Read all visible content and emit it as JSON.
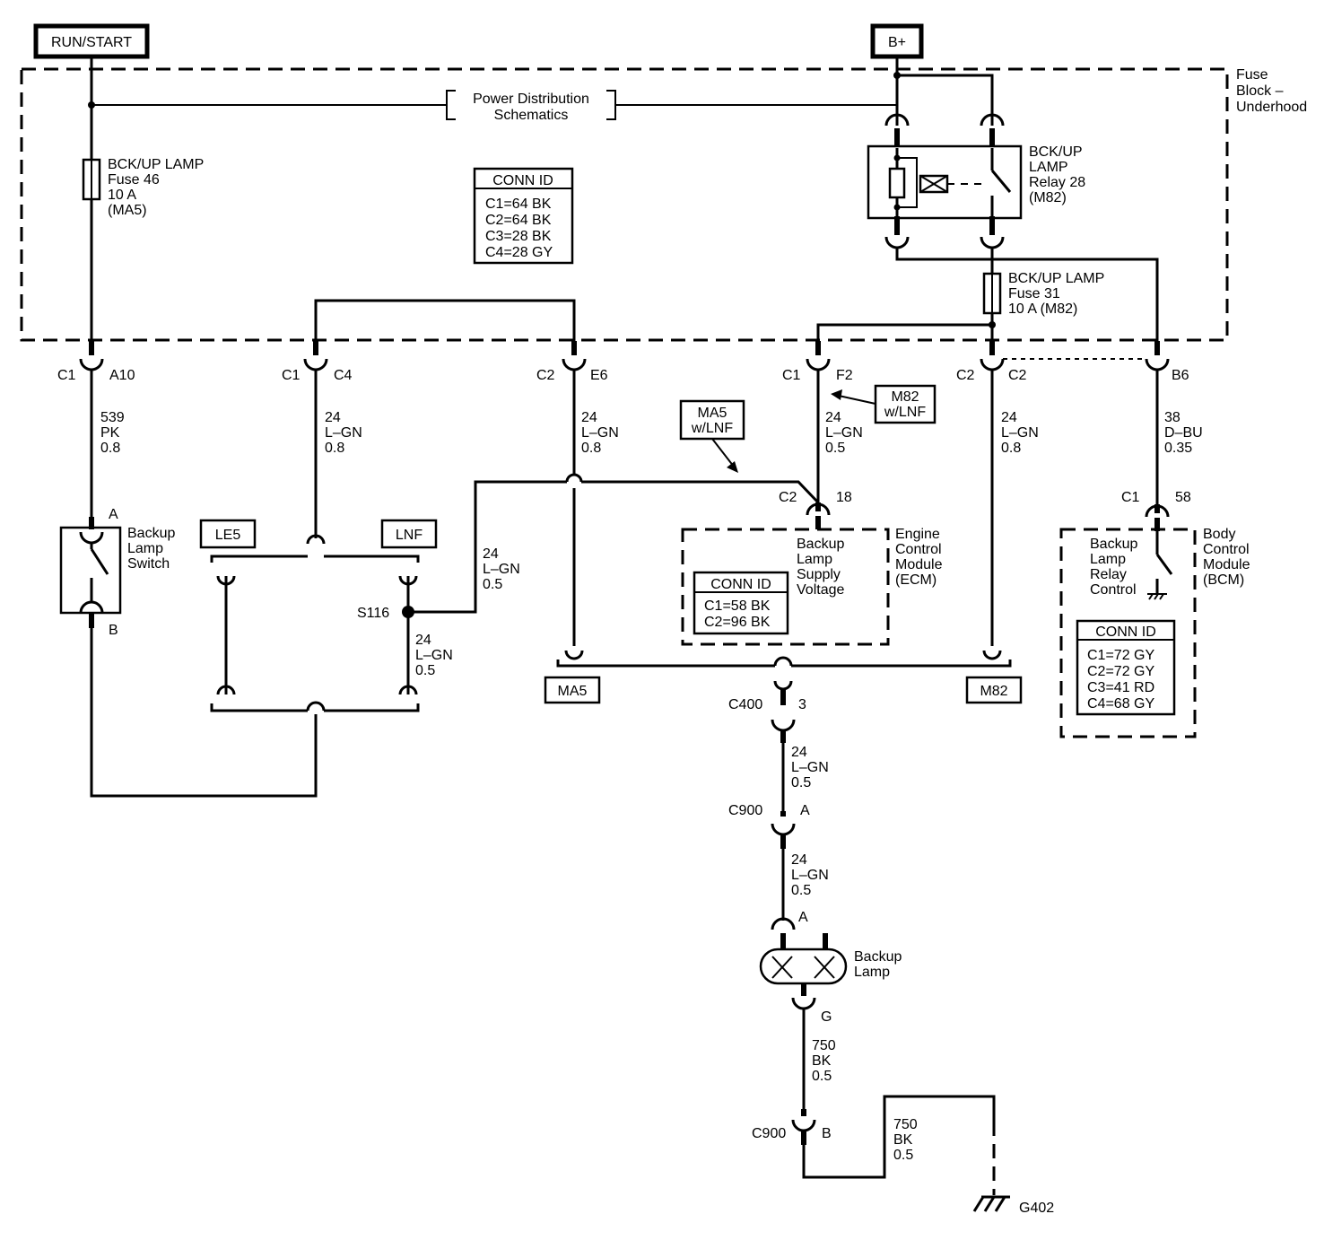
{
  "power": {
    "run_start": "RUN/START",
    "b_plus": "B+"
  },
  "fuse_block": {
    "label": [
      "Fuse",
      "Block –",
      "Underhood"
    ],
    "power_dist": [
      "Power Distribution",
      "Schematics"
    ],
    "conn_id": {
      "title": "CONN ID",
      "rows": [
        "C1=64 BK",
        "C2=64 BK",
        "C3=28 BK",
        "C4=28 GY"
      ]
    },
    "fuse46": [
      "BCK/UP LAMP",
      "Fuse 46",
      "10 A",
      "(MA5)"
    ],
    "relay28": [
      "BCK/UP",
      "LAMP",
      "Relay 28",
      "(M82)"
    ],
    "fuse31": [
      "BCK/UP LAMP",
      "Fuse 31",
      "10 A (M82)"
    ]
  },
  "connectors": {
    "c1_a10": {
      "c": "C1",
      "p": "A10"
    },
    "c1_c4": {
      "c": "C1",
      "p": "C4"
    },
    "c2_e6": {
      "c": "C2",
      "p": "E6"
    },
    "c1_f2": {
      "c": "C1",
      "p": "F2"
    },
    "c2_c2": {
      "c": "C2",
      "p": "C2"
    },
    "b6": {
      "p": "B6"
    },
    "ecm_c2_18": {
      "c": "C2",
      "p": "18"
    },
    "bcm_c1_58": {
      "c": "C1",
      "p": "58"
    },
    "c400": {
      "c": "C400",
      "p": "3"
    },
    "c900a": {
      "c": "C900",
      "p": "A"
    },
    "lamp_a": {
      "p": "A"
    },
    "lamp_g": {
      "p": "G"
    },
    "c900b": {
      "c": "C900",
      "p": "B"
    }
  },
  "wires": {
    "w539": [
      "539",
      "PK",
      "0.8"
    ],
    "w24_c4": [
      "24",
      "L–GN",
      "0.8"
    ],
    "w24_e6": [
      "24",
      "L–GN",
      "0.8"
    ],
    "w24_f2": [
      "24",
      "L–GN",
      "0.5"
    ],
    "w24_c2": [
      "24",
      "L–GN",
      "0.8"
    ],
    "w38": [
      "38",
      "D–BU",
      "0.35"
    ],
    "w24_s116_up": [
      "24",
      "L–GN",
      "0.5"
    ],
    "w24_s116_down": [
      "24",
      "L–GN",
      "0.5"
    ],
    "w24_c400": [
      "24",
      "L–GN",
      "0.5"
    ],
    "w24_c900": [
      "24",
      "L–GN",
      "0.5"
    ],
    "w750a": [
      "750",
      "BK",
      "0.5"
    ],
    "w750b": [
      "750",
      "BK",
      "0.5"
    ]
  },
  "options": {
    "le5": "LE5",
    "lnf": "LNF",
    "ma5": "MA5",
    "m82": "M82",
    "ma5_lnf": [
      "MA5",
      "w/LNF"
    ],
    "m82_lnf": [
      "M82",
      "w/LNF"
    ]
  },
  "switch": {
    "label": [
      "Backup",
      "Lamp",
      "Switch"
    ],
    "pin_a": "A",
    "pin_b": "B"
  },
  "splice": {
    "label": "S116"
  },
  "ecm": {
    "title": [
      "Engine",
      "Control",
      "Module",
      "(ECM)"
    ],
    "inner": [
      "Backup",
      "Lamp",
      "Supply",
      "Voltage"
    ],
    "conn_id": {
      "title": "CONN ID",
      "rows": [
        "C1=58 BK",
        "C2=96 BK"
      ]
    }
  },
  "bcm": {
    "title": [
      "Body",
      "Control",
      "Module",
      "(BCM)"
    ],
    "inner": [
      "Backup",
      "Lamp",
      "Relay",
      "Control"
    ],
    "conn_id": {
      "title": "CONN ID",
      "rows": [
        "C1=72 GY",
        "C2=72 GY",
        "C3=41 RD",
        "C4=68 GY"
      ]
    }
  },
  "lamp": {
    "label": [
      "Backup",
      "Lamp"
    ]
  },
  "ground": {
    "label": "G402"
  }
}
